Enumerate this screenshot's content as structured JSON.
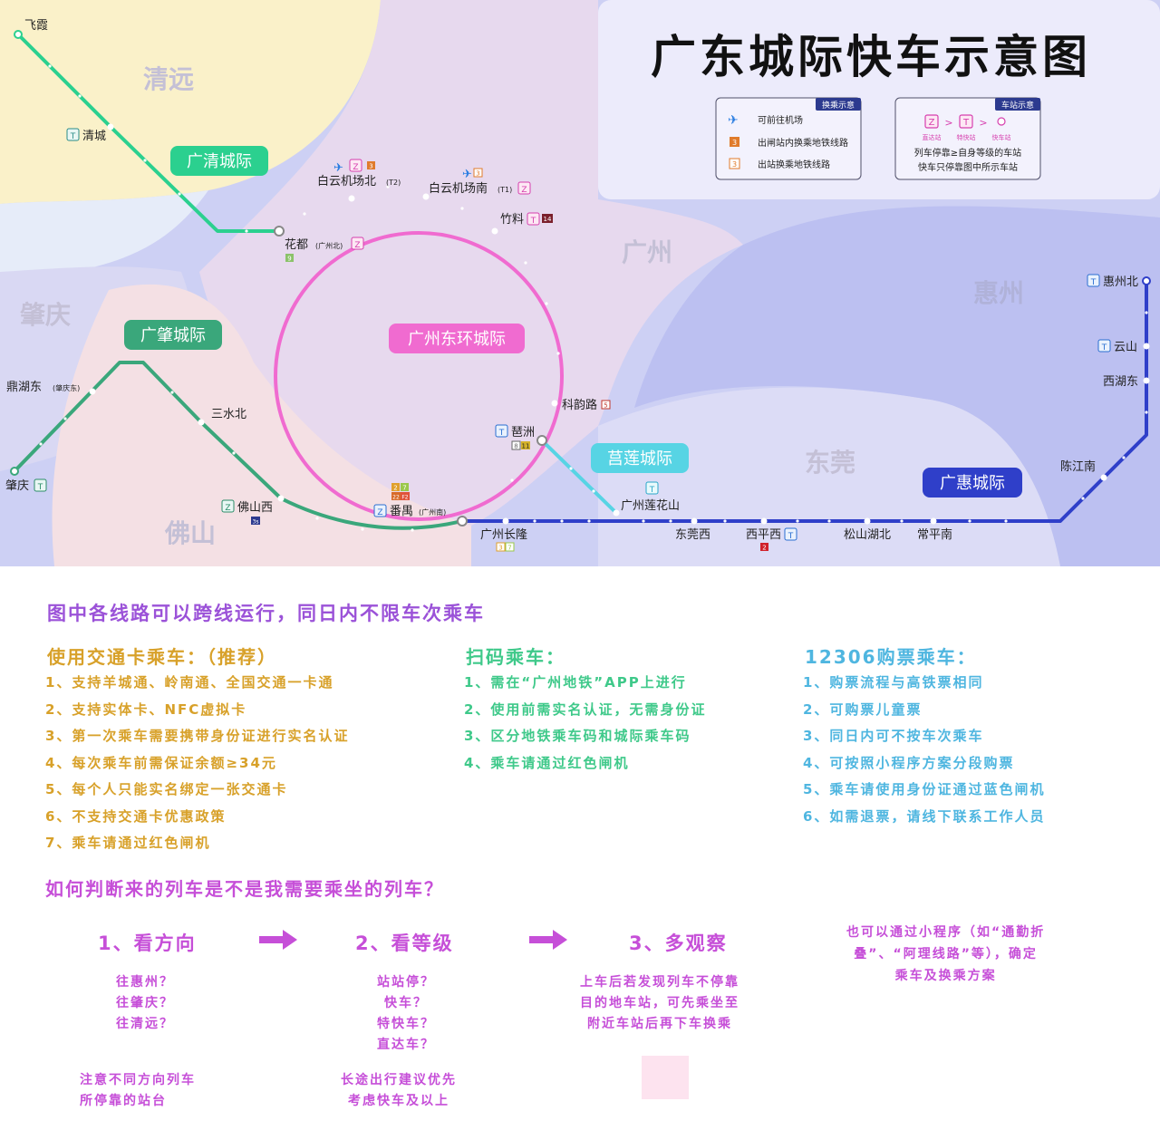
{
  "title": "广东城际快车示意图",
  "regions": {
    "qingyuan": "清远",
    "zhaoqing": "肇庆",
    "guangzhou": "广州",
    "huizhou": "惠州",
    "foshan": "佛山",
    "dongguan": "东莞"
  },
  "lines": {
    "guangqing": {
      "name": "广清城际",
      "color": "#2bd08f"
    },
    "guangzhao": {
      "name": "广肇城际",
      "color": "#3aa77b"
    },
    "dhcj": {
      "name": "广州东环城际",
      "color": "#f06bd0"
    },
    "julian": {
      "name": "莒莲城际",
      "color": "#57d4e4"
    },
    "guanghui": {
      "name": "广惠城际",
      "color": "#2f3fc9"
    }
  },
  "stations": {
    "feixia": "飞霞",
    "qingcheng": "清城",
    "huadu": "花都",
    "huadu_sub": "(广州北)",
    "baiyun_t2": "白云机场北",
    "baiyun_t2_sub": "(T2)",
    "baiyun_t1": "白云机场南",
    "baiyun_t1_sub": "(T1)",
    "zhuliao": "竹料",
    "keyunlu": "科韵路",
    "pizhou": "琶洲",
    "panyu": "番禺",
    "panyu_sub": "(广州南)",
    "foshanxi": "佛山西",
    "sanshuibei": "三水北",
    "dinghudong": "鼎湖东",
    "dinghudong_sub": "(肇庆东)",
    "zhaoqing": "肇庆",
    "guangzhouchanglong": "广州长隆",
    "guangzhoulianhuashan": "广州莲花山",
    "dongguanxi": "东莞西",
    "xipingxi": "西平西",
    "songshanhubei": "松山湖北",
    "changpingnan": "常平南",
    "chenjiangnan": "陈江南",
    "xihudong": "西湖东",
    "yunshan": "云山",
    "huizhoubei": "惠州北"
  },
  "badges": {
    "T": "T",
    "Z": "Z",
    "m9": "9",
    "m14": "14",
    "m5": "5",
    "m8": "8",
    "m11": "11",
    "m2": "2",
    "m7": "7",
    "m22": "22",
    "mF2": "F2",
    "m3s": "3s",
    "m3": "3",
    "m7b": "7",
    "m2b": "2"
  },
  "legend_transfer": {
    "header": "换乘示意",
    "airport": "可前往机场",
    "in_station": "出闸站内换乘地铁线路",
    "out_station": "出站换乘地铁线路",
    "sample_num": "3"
  },
  "legend_station": {
    "header": "车站示意",
    "gt": ">",
    "z_label": "直达站",
    "t_label": "特快站",
    "k_label": "快车站",
    "rule1": "列车停靠≥自身等级的车站",
    "rule2": "快车只停靠图中所示车站"
  },
  "notes": {
    "headline": "图中各线路可以跨线运行，同日内不限车次乘车",
    "card": {
      "title": "使用交通卡乘车：（推荐）",
      "items": [
        "1、支持羊城通、岭南通、全国交通一卡通",
        "2、支持实体卡、NFC虚拟卡",
        "3、第一次乘车需要携带身份证进行实名认证",
        "4、每次乘车前需保证余额≥34元",
        "5、每个人只能实名绑定一张交通卡",
        "6、不支持交通卡优惠政策",
        "7、乘车请通过红色闸机"
      ]
    },
    "scan": {
      "title": "扫码乘车：",
      "items": [
        "1、需在“广州地铁”APP上进行",
        "2、使用前需实名认证，无需身份证",
        "3、区分地铁乘车码和城际乘车码",
        "4、乘车请通过红色闸机"
      ]
    },
    "ticket": {
      "title": "12306购票乘车：",
      "items": [
        "1、购票流程与高铁票相同",
        "2、可购票儿童票",
        "3、同日内可不按车次乘车",
        "4、可按照小程序方案分段购票",
        "5、乘车请使用身份证通过蓝色闸机",
        "6、如需退票，请线下联系工作人员"
      ]
    },
    "judge": {
      "question": "如何判断来的列车是不是我需要乘坐的列车？",
      "step1": {
        "title": "1、看方向",
        "lines": [
          "往惠州？",
          "往肇庆？",
          "往清远？"
        ],
        "note": [
          "注意不同方向列车",
          "所停靠的站台"
        ]
      },
      "step2": {
        "title": "2、看等级",
        "lines": [
          "站站停？",
          "快车？",
          "特快车？",
          "直达车？"
        ],
        "note": [
          "长途出行建议优先",
          "考虑快车及以上"
        ]
      },
      "step3": {
        "title": "3、多观察",
        "lines": [
          "上车后若发现列车不停靠",
          "目的地车站，可先乘坐至",
          "附近车站后再下车换乘"
        ]
      },
      "tip": [
        "也可以通过小程序（如“通勤折",
        "叠”、“阿理线路”等），确定",
        "乘车及换乘方案"
      ]
    }
  }
}
